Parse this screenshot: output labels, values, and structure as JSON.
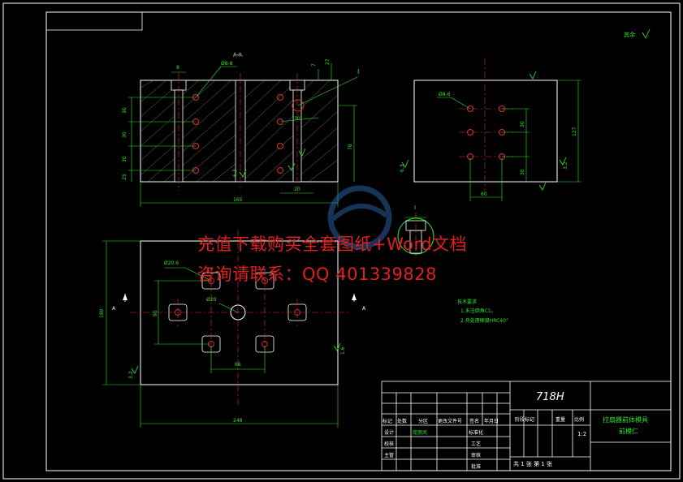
{
  "title_block": {
    "material": "718H",
    "part_name_line1": "拉扇器前体模具",
    "part_name_line2": "前模仁",
    "scale": "1:2",
    "sheet_info": "共 1 张 第 1 张",
    "headers": [
      "标记",
      "处数",
      "分区",
      "更改文件号",
      "签名",
      "年月日"
    ],
    "stage_headers": [
      "阶段标记",
      "重量",
      "比例"
    ],
    "row_labels": [
      "设计",
      "校核",
      "主管"
    ],
    "designer": "庞丽凤",
    "std_label": "标准化",
    "craft_label": "工艺",
    "review_label": "审核",
    "approve_label": "批准"
  },
  "watermark": {
    "line1": "充值下载购买全套图纸+Word文档",
    "line2": "咨询请联系：QQ 401339828"
  },
  "roughness_note": "其余",
  "tech_req": {
    "title": "技术要求",
    "item1": "1.未注倒角C1。",
    "item2": "2.热处理硬度HRC40°"
  },
  "section_label": "A-A",
  "detail_label": "I",
  "detail_scale": "I",
  "dimensions": {
    "d1": "Ø8-8",
    "d2": "8",
    "d3": "7",
    "d4": "27",
    "d5": "30",
    "d6": "30",
    "d7": "30",
    "d8": "25",
    "d9": "165",
    "d10": "78",
    "d11": "20",
    "d12": "30",
    "d13": "Ø8-6",
    "d14": "30",
    "d15": "30",
    "d16": "60",
    "d17": "127",
    "d18": "Ø20.6",
    "d19": "Ø20",
    "d20": "90",
    "d21": "66",
    "d22": "180",
    "d23": "248",
    "d24": "A",
    "d25": "A",
    "d26": "6.3",
    "d27": "6.3",
    "d28": "3.2",
    "d29": "3.2",
    "d30": "1.6"
  }
}
